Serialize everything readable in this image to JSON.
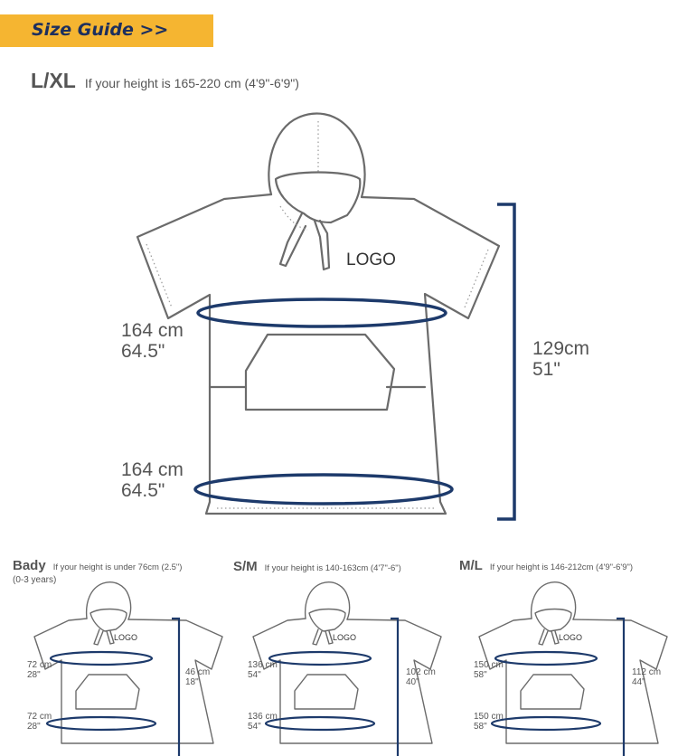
{
  "banner": {
    "label": "Size Guide >>",
    "color": "#f5b531",
    "text_color": "#1d2f5e"
  },
  "logo_text": "LOGO",
  "accent_color": "#1d3a6b",
  "main": {
    "size": "L/XL",
    "note": "If your height is 165-220 cm (4'9\"-6'9\")",
    "chest": {
      "cm": "164 cm",
      "in": "64.5\""
    },
    "hem": {
      "cm": "164 cm",
      "in": "64.5\""
    },
    "length": {
      "cm": "129cm",
      "in": "51\""
    }
  },
  "small_sizes": [
    {
      "size": "Bady",
      "note": "If your height is under 76cm (2.5\")",
      "age": "(0-3 years)",
      "chest": {
        "cm": "72 cm",
        "in": "28\""
      },
      "hem": {
        "cm": "72 cm",
        "in": "28\""
      },
      "length": {
        "cm": "46 cm",
        "in": "18\""
      }
    },
    {
      "size": "S/M",
      "note": "If your height is 140-163cm (4'7\"-6\")",
      "chest": {
        "cm": "136 cm",
        "in": "54\""
      },
      "hem": {
        "cm": "136 cm",
        "in": "54\""
      },
      "length": {
        "cm": "102 cm",
        "in": "40\""
      }
    },
    {
      "size": "M/L",
      "note": "If your height is 146-212cm (4'9\"-6'9\")",
      "chest": {
        "cm": "150 cm",
        "in": "58\""
      },
      "hem": {
        "cm": "150 cm",
        "in": "58\""
      },
      "length": {
        "cm": "112 cm",
        "in": "44\""
      }
    }
  ]
}
